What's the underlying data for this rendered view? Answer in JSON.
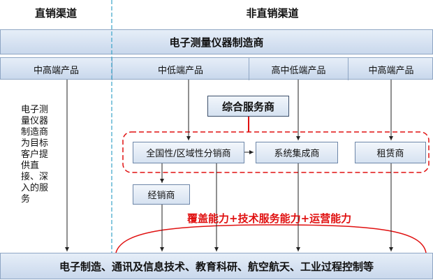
{
  "headers": {
    "direct": "直销渠道",
    "indirect": "非直销渠道"
  },
  "manufacturer_bar": "电子测量仪器制造商",
  "segments": [
    "中高端产品",
    "中低端产品",
    "高中低端产品",
    "中高端产品"
  ],
  "left_note": "电子测量仪器制造商为目标客户提供直接、深入的服务",
  "nodes": {
    "integrated_service": "综合服务商",
    "distributor": "全国性/区域性分销商",
    "integrator": "系统集成商",
    "rental": "租赁商",
    "dealer": "经销商"
  },
  "capability": "覆盖能力+技术服务能力+运营能力",
  "customers_bar": "电子制造、通讯及信息技术、教育科研、航空航天、工业过程控制等",
  "colors": {
    "bar_border": "#8fa6c4",
    "dashed_divider": "#3aa3c9",
    "red_outline": "#e01010",
    "arrow": "#222222"
  }
}
